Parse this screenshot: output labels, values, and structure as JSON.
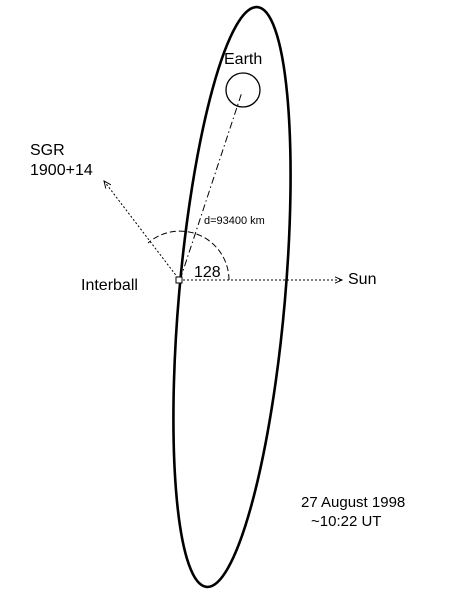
{
  "figure": {
    "labels": {
      "earth": "Earth",
      "source_line1": "SGR",
      "source_line2": "1900+14",
      "distance": "d=93400 km",
      "angle": "128",
      "spacecraft": "Interball",
      "sun": "Sun",
      "date": "27 August 1998",
      "time": "~10:22 UT"
    }
  }
}
